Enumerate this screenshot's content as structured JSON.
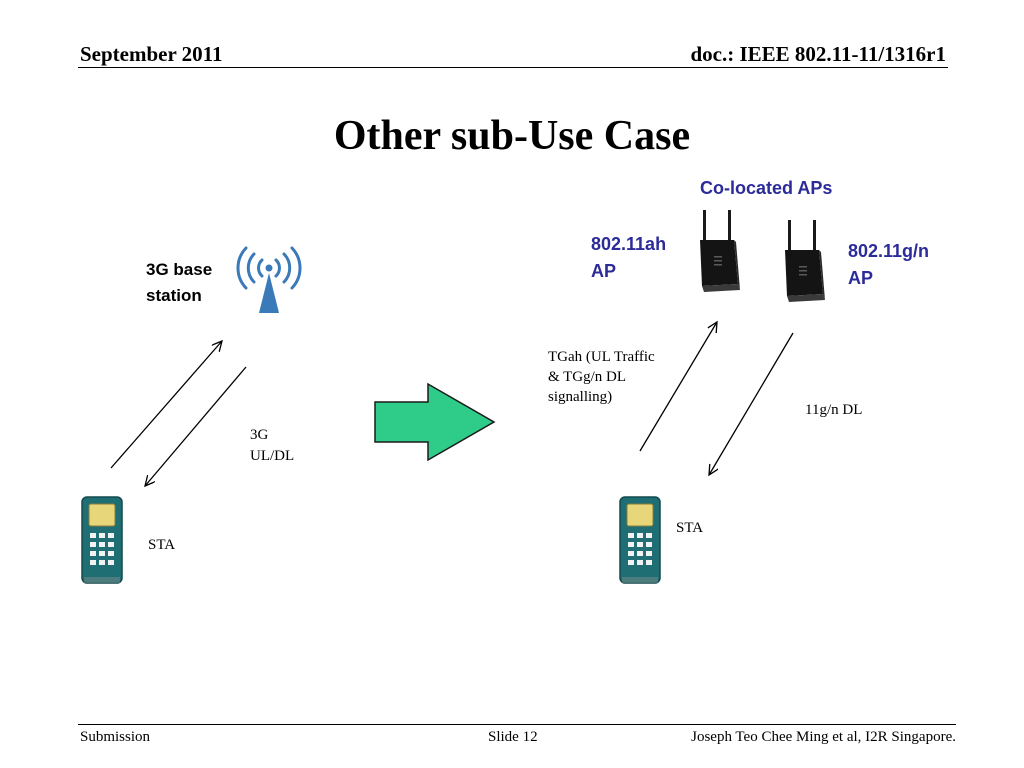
{
  "header": {
    "left": "September 2011",
    "right": "doc.: IEEE 802.11-11/1316r1"
  },
  "title": "Other sub-Use Case",
  "diagram": {
    "base_station_label": [
      "3G base",
      "station"
    ],
    "co_located_label": "Co-located APs",
    "ap1_label": [
      "802.11ah",
      "AP"
    ],
    "ap2_label": [
      "802.11g/n",
      "AP"
    ],
    "link_3g_label": [
      "3G",
      "UL/DL"
    ],
    "sta_left_label": "STA",
    "sta_right_label": "STA",
    "tgah_label": [
      "TGah (UL Traffic",
      "& TGg/n DL",
      "signalling)"
    ],
    "dl_11gn_label": "11g/n DL",
    "icons": {
      "base_station": "antenna-icon",
      "phone": "mobile-phone-icon",
      "router": "wifi-router-icon",
      "arrow": "right-arrow-icon"
    },
    "colors": {
      "label_blue": "#2b2b9a",
      "arrow_green": "#2ecc88",
      "phone_teal": "#1e6e73",
      "phone_screen": "#e8d77a",
      "antenna_blue": "#3a7ab8"
    }
  },
  "footer": {
    "left": "Submission",
    "center": "Slide 12",
    "right": "Joseph Teo Chee Ming et al, I2R Singapore."
  }
}
